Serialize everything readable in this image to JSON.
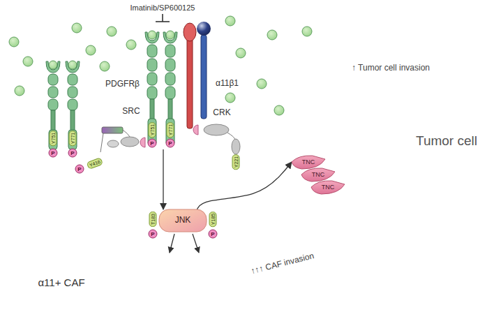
{
  "diagram": {
    "nodes": [
      {
        "text": [
          "α11+ CAF"
        ]
      },
      {
        "text": [
          "Tumor cell"
        ]
      },
      {
        "text": [
          "PDGFRβ"
        ]
      },
      {
        "text": [
          "α11β1"
        ]
      },
      {
        "text": [
          "SRC"
        ],
        "in": 0
      },
      {
        "text": [
          "CRK"
        ],
        "in": 0
      },
      {
        "text": [
          "JNK"
        ],
        "in": 0
      },
      {
        "text": [
          "TNC"
        ],
        "in": 1
      },
      {
        "text": [
          "TNC"
        ],
        "in": 1
      },
      {
        "text": [
          "TNC"
        ],
        "in": 1
      }
    ],
    "edges": [
      {
        "from": 2,
        "to": 6,
        "arrow": "to"
      },
      {
        "from": 6,
        "to": 7,
        "arrow": "to"
      }
    ],
    "labels": [
      "Imatinib/SP600125",
      "↑ Tumor cell invasion",
      "↑↑↑ CAF invasion",
      "Y751",
      "Y771",
      "P",
      "P",
      "Y751",
      "Y771",
      "P",
      "P",
      "Y416",
      "P",
      "Y221",
      "T183",
      "P",
      "Y185",
      "P"
    ]
  }
}
